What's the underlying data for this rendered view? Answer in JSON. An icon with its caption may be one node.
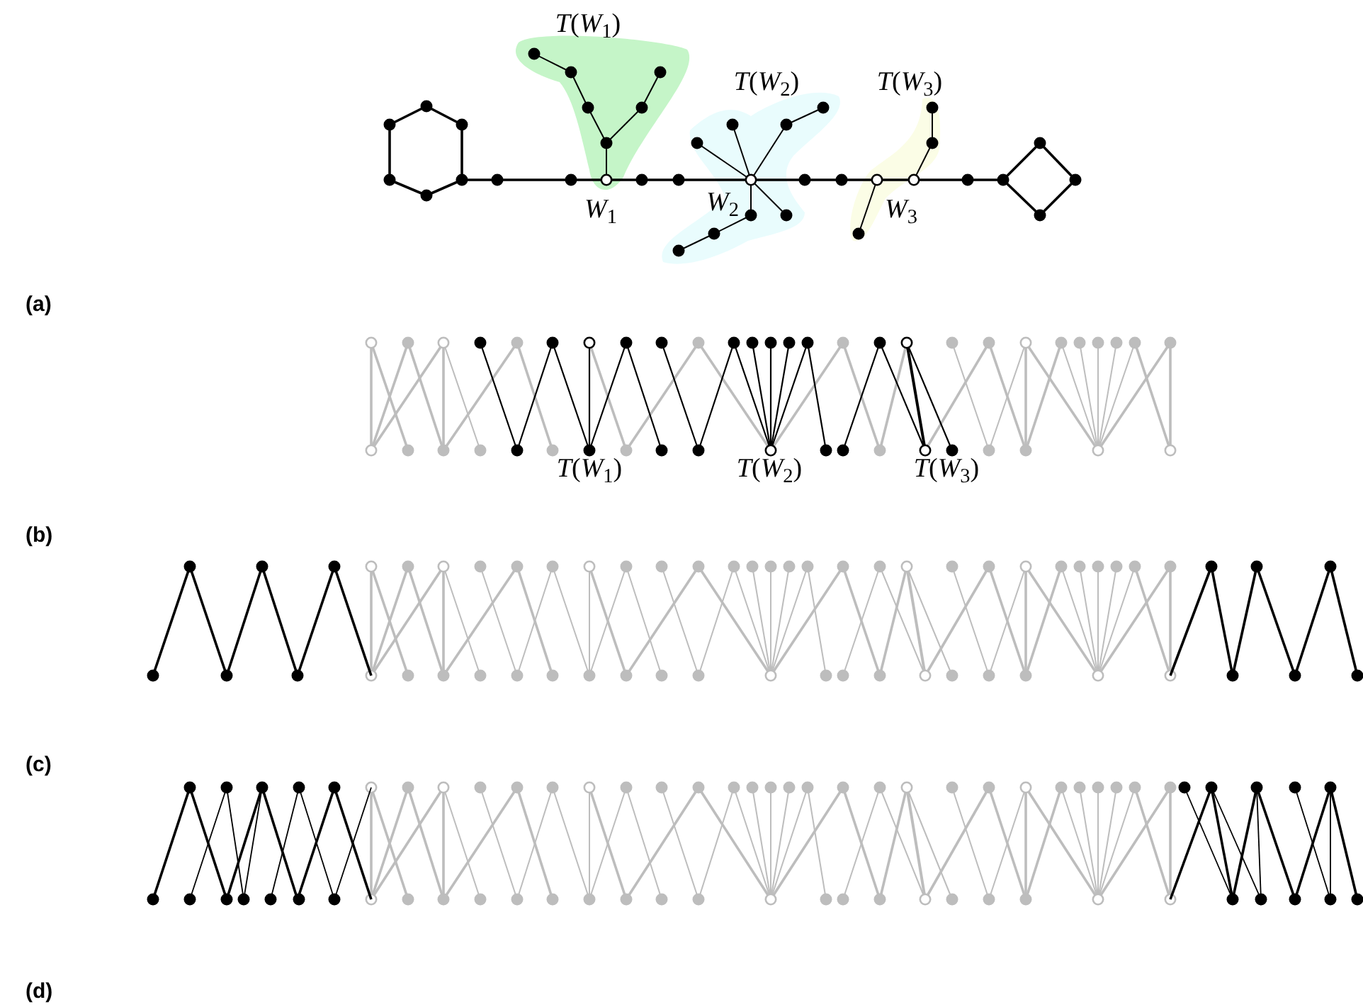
{
  "diagram": {
    "labels": [
      "*T*(*W*$_{1}$)",
      "*T*(*W*$_{2}$)",
      "*T*(*W*$_{3}$)",
      "*W*$_{1}$",
      "*W*$_{2}$",
      "*W*$_{3}$",
      "(a)",
      "*T*(*W*$_{1}$)",
      "*T*(*W*$_{2}$)",
      "*T*(*W*$_{3}$)",
      "(b)",
      "(c)",
      "(d)"
    ]
  }
}
